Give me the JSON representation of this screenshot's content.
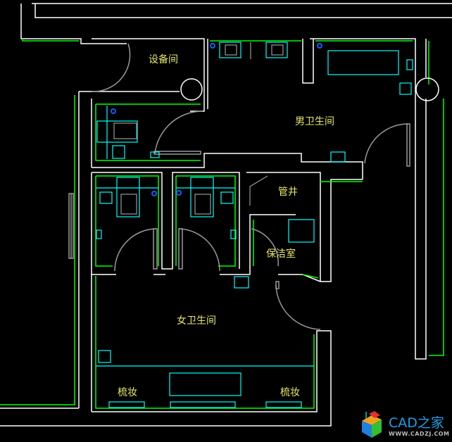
{
  "rooms": {
    "equipment": "设备间",
    "mens_restroom": "男卫生间",
    "pipe_shaft": "管井",
    "cleaning_room": "保洁室",
    "womens_restroom": "女卫生间",
    "vanity_left": "梳妆",
    "vanity_right": "梳妆"
  },
  "watermark": {
    "title": "CAD之家",
    "url": "WWW.CADZJ.COM"
  },
  "colors": {
    "wall": "#ffffff",
    "finish": "#00ff00",
    "fixture": "#00ffff",
    "door": "#9a9a9a",
    "label": "#e8e86a",
    "drain": "#1060ff"
  }
}
